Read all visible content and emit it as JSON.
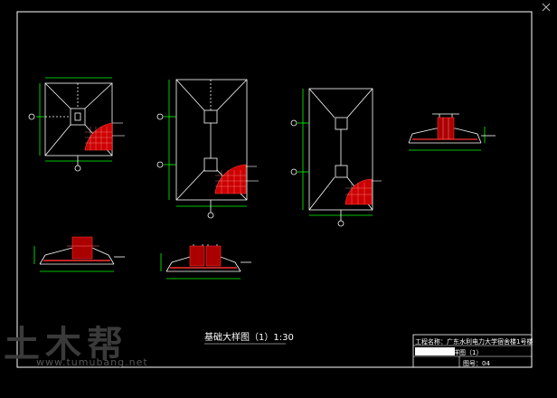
{
  "drawing": {
    "caption": "基础大样图（1）1:30",
    "watermark": {
      "logo_text": "土木帮",
      "url": "www.tumubang.net"
    },
    "title_block": {
      "project_line": "工程名称：广东水利电力大学宿舍楼1号楼",
      "drawing_name_line": "图名：基础大样图（1）",
      "sheet_line": "图号：04"
    },
    "colors": {
      "background": "#000000",
      "frame": "#ffffff",
      "outline": "#ffffff",
      "dimension": "#00ff00",
      "rebar": "#ff2020",
      "axis": "#ffffff"
    }
  }
}
